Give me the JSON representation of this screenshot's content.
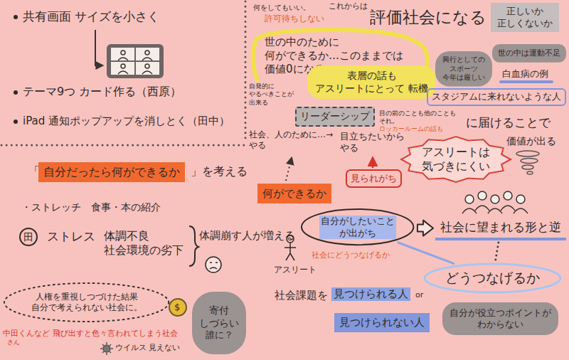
{
  "diagram": {
    "nodes": [
      {
        "text": [
          "自分だったら何ができるか"
        ]
      },
      {
        "text": [
          "人権を重視しつづけた結果 自分で考えられない社会に。"
        ]
      },
      {
        "text": [
          "寄付 しづらい",
          "誰に？"
        ]
      },
      {
        "text": [
          "正しいか 正しくないか"
        ]
      },
      {
        "text": [
          "表層の話も アスリートにとって 転機"
        ]
      },
      {
        "text": [
          "興行としての スポーツ 今年は厳しい"
        ]
      },
      {
        "text": [
          "世の中は運動不足"
        ]
      },
      {
        "text": [
          "スタジアムに来れないような人"
        ]
      },
      {
        "text": [
          "リーダーシップ"
        ]
      },
      {
        "text": [
          "何ができるか"
        ]
      },
      {
        "text": [
          "見られがち"
        ]
      },
      {
        "text": [
          "アスリートは 気づきにくい"
        ]
      },
      {
        "text": [
          "自分がしたいこと が出がち"
        ]
      },
      {
        "text": [
          "社会に望まれる形と逆"
        ]
      },
      {
        "text": [
          "どうつなげるか"
        ]
      },
      {
        "text": [
          "見つけられない人"
        ]
      },
      {
        "text": [
          "自分が役立つポイントが わからない"
        ]
      }
    ],
    "edges": [
      {
        "from": 12,
        "to": 13,
        "arrow": "to"
      },
      {
        "from": 12,
        "to": 14,
        "arrow": "none"
      },
      {
        "from": 13,
        "to": 14,
        "arrow": "none"
      }
    ],
    "labels": [
      "共有画面 サイズを小さく",
      "テーマ9つ カード作る（西原）",
      "iPad 通知ポップアップを消しとく（田中）",
      "「",
      "」を考える",
      "・ストレッチ　食事・本の紹介",
      "田",
      "ストレス",
      "体調不良 社会環境の劣下",
      "体調崩す人が増える",
      "中田くんなど",
      "さん",
      "飛び出すと色々言われてしまう社会",
      "ウイルス 見えない",
      "$",
      "何をしてもいい。",
      "許可待ちしない",
      "これからは",
      "評価社会になる",
      "世の中のために 何ができるか…このままでは 価値0になる",
      "白血病の例",
      "に届けることで",
      "価値が出る",
      "自発的に やるべきことが 出来る",
      "目の前のことも他のことも それ。",
      "ロッカールームの話も",
      "社会、人のために…→ やる",
      "目立ちたいから やる",
      "社会にどうつなげるか",
      "アスリート",
      "社会課題を",
      "見つけられる人",
      "or"
    ]
  }
}
